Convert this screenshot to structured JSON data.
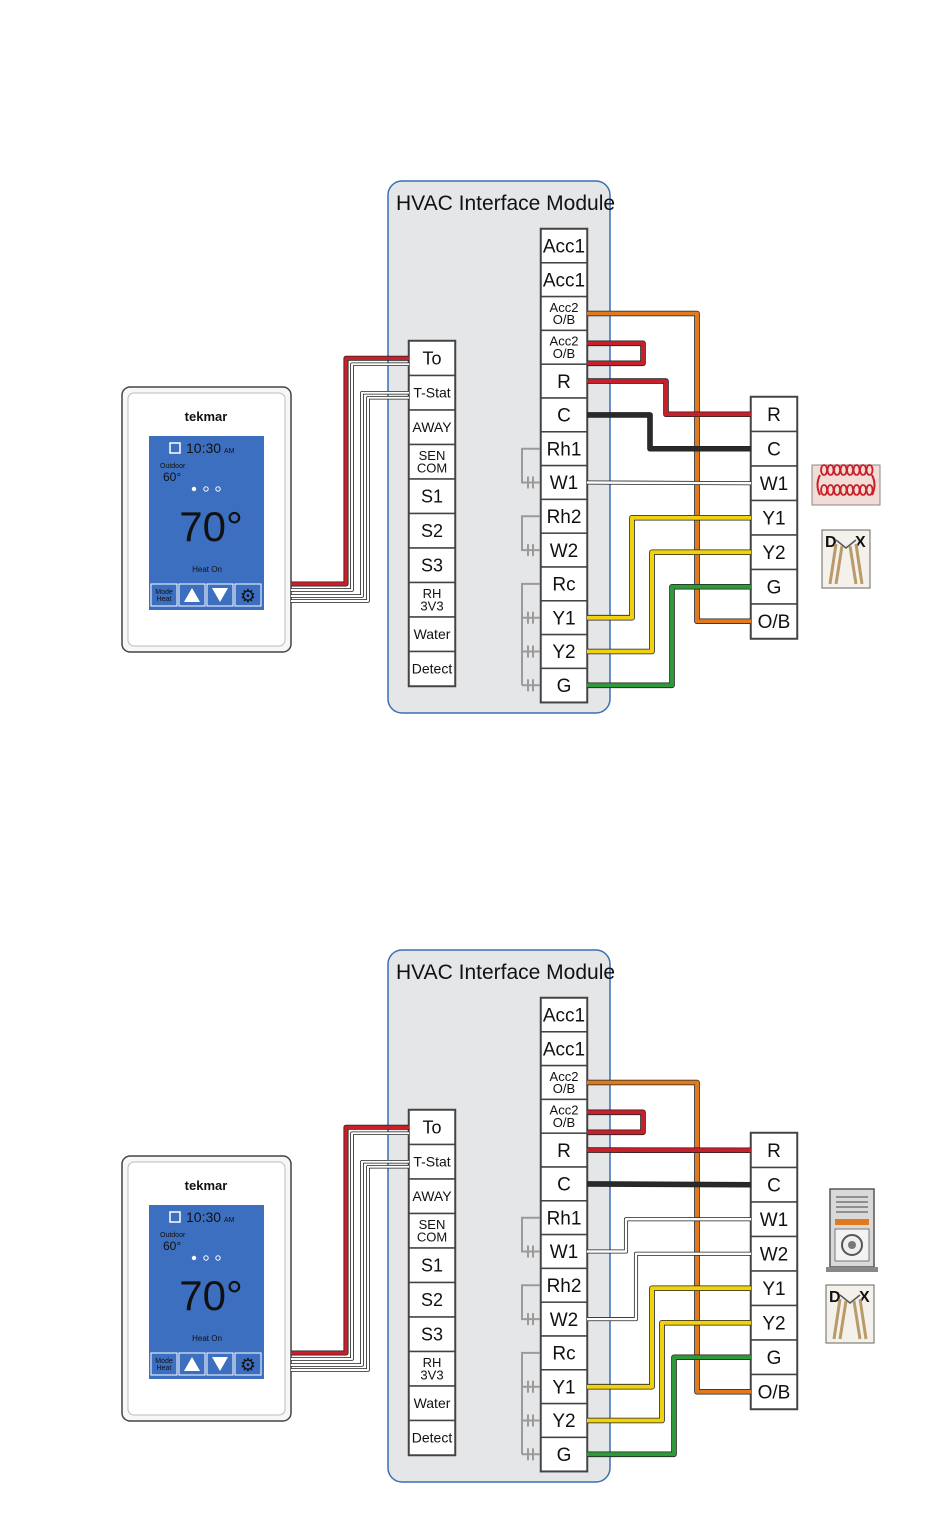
{
  "diagrams": [
    {
      "module_title": "HVAC Interface Module",
      "left_terminals": [
        "To",
        "T-Stat",
        "AWAY",
        "SEN\nCOM",
        "S1",
        "S2",
        "S3",
        "RH\n3V3",
        "Water",
        "Detect"
      ],
      "right_terminals": [
        "Acc1",
        "Acc1",
        "Acc2\nO/B",
        "Acc2\nO/B",
        "R",
        "C",
        "Rh1",
        "W1",
        "Rh2",
        "W2",
        "Rc",
        "Y1",
        "Y2",
        "G"
      ],
      "equipment_terminals": [
        "R",
        "C",
        "W1",
        "Y1",
        "Y2",
        "G",
        "O/B"
      ],
      "equipment_icons": [
        "electric-heat-coil-icon",
        "dx-coil-icon"
      ],
      "thermostat": {
        "brand": "tekmar",
        "time": "10:30",
        "ampm": "AM",
        "outdoor_label": "Outdoor",
        "outdoor_temp": "60°",
        "setpoint": "70°",
        "status": "Heat On",
        "mode_button": "Mode\nHeat"
      }
    },
    {
      "module_title": "HVAC Interface Module",
      "left_terminals": [
        "To",
        "T-Stat",
        "AWAY",
        "SEN\nCOM",
        "S1",
        "S2",
        "S3",
        "RH\n3V3",
        "Water",
        "Detect"
      ],
      "right_terminals": [
        "Acc1",
        "Acc1",
        "Acc2\nO/B",
        "Acc2\nO/B",
        "R",
        "C",
        "Rh1",
        "W1",
        "Rh2",
        "W2",
        "Rc",
        "Y1",
        "Y2",
        "G"
      ],
      "equipment_terminals": [
        "R",
        "C",
        "W1",
        "W2",
        "Y1",
        "Y2",
        "G",
        "O/B"
      ],
      "equipment_icons": [
        "furnace-icon",
        "dx-coil-icon"
      ],
      "thermostat": {
        "brand": "tekmar",
        "time": "10:30",
        "ampm": "AM",
        "outdoor_label": "Outdoor",
        "outdoor_temp": "60°",
        "setpoint": "70°",
        "status": "Heat On",
        "mode_button": "Mode\nHeat"
      }
    }
  ],
  "colors": {
    "module_fill": "#e5e6e8",
    "module_border": "#3a6fb5",
    "screen_blue": "#3d6fc0",
    "red_wire": "#c8202a",
    "black_wire": "#2a2a2a",
    "white_wire": "#ffffff",
    "yellow_wire": "#f1d20f",
    "green_wire": "#2f9a3a",
    "orange_wire": "#e07a1c",
    "jumper_gray": "#9a9a9a"
  }
}
